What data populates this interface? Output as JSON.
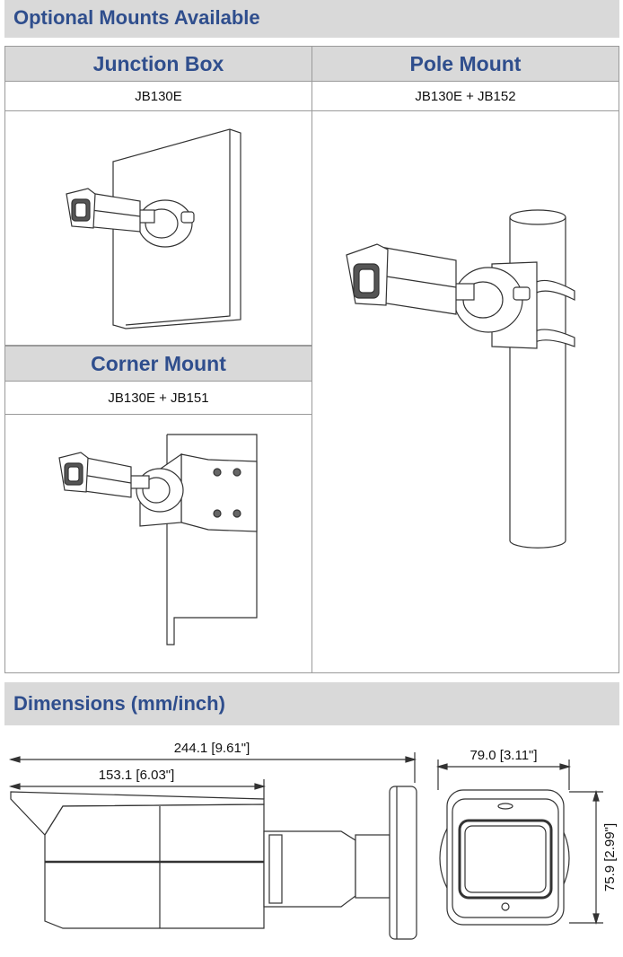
{
  "mounts_section": {
    "title": "Optional Mounts Available",
    "junction_box": {
      "header": "Junction Box",
      "model": "JB130E"
    },
    "pole_mount": {
      "header": "Pole Mount",
      "model": "JB130E + JB152"
    },
    "corner_mount": {
      "header": "Corner Mount",
      "model": "JB130E + JB151"
    }
  },
  "dimensions_section": {
    "title": "Dimensions (mm/inch)",
    "total_length": "244.1 [9.61\"]",
    "body_length": "153.1 [6.03\"]",
    "front_width": "79.0 [3.11\"]",
    "front_height": "75.9 [2.99\"]"
  },
  "colors": {
    "header_text": "#2f4e8d",
    "header_bg": "#d9d9d9",
    "border": "#9a9a9a"
  }
}
